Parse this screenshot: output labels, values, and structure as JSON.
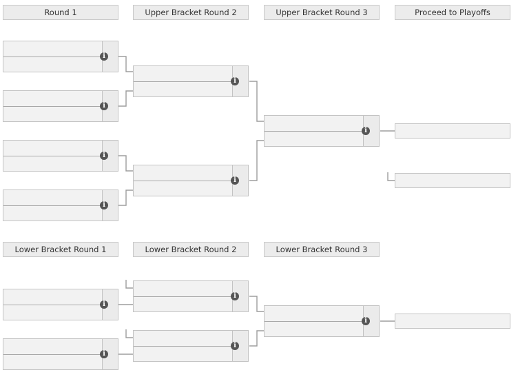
{
  "headers": {
    "round1": "Round 1",
    "upper_r2": "Upper Bracket Round 2",
    "upper_r3": "Upper Bracket Round 3",
    "playoffs": "Proceed to Playoffs",
    "lower_r1": "Lower Bracket Round 1",
    "lower_r2": "Lower Bracket Round 2",
    "lower_r3": "Lower Bracket Round 3"
  },
  "info_glyph": "i",
  "icons": {
    "match_info": "info-circle-icon"
  },
  "colors": {
    "header_bg": "#ececec",
    "match_bg": "#f2f2f2",
    "border": "#c3c3c3",
    "connector": "#9d9d9d",
    "info_icon": "#555555"
  }
}
